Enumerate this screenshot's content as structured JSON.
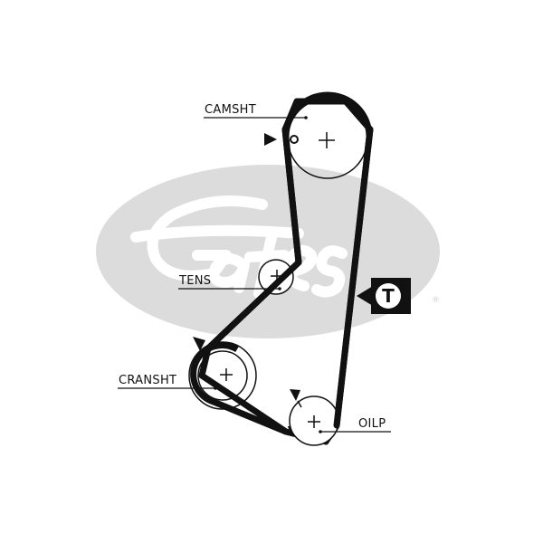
{
  "labels": {
    "camshaft": "CAMSHT",
    "tensioner": "TENS",
    "crankshaft": "CRANSHT",
    "oil_pump": "OILP"
  },
  "tension_badge": "T",
  "watermark": {
    "brand": "Gates",
    "registered_mark": "®",
    "color": "#dcdcdc"
  },
  "colors": {
    "belt": "#111111",
    "line": "#111111"
  },
  "icons": {
    "timing_marker": "triangle-marker-icon",
    "tension_indicator": "tension-t-icon",
    "pulley_center": "plus-icon"
  }
}
